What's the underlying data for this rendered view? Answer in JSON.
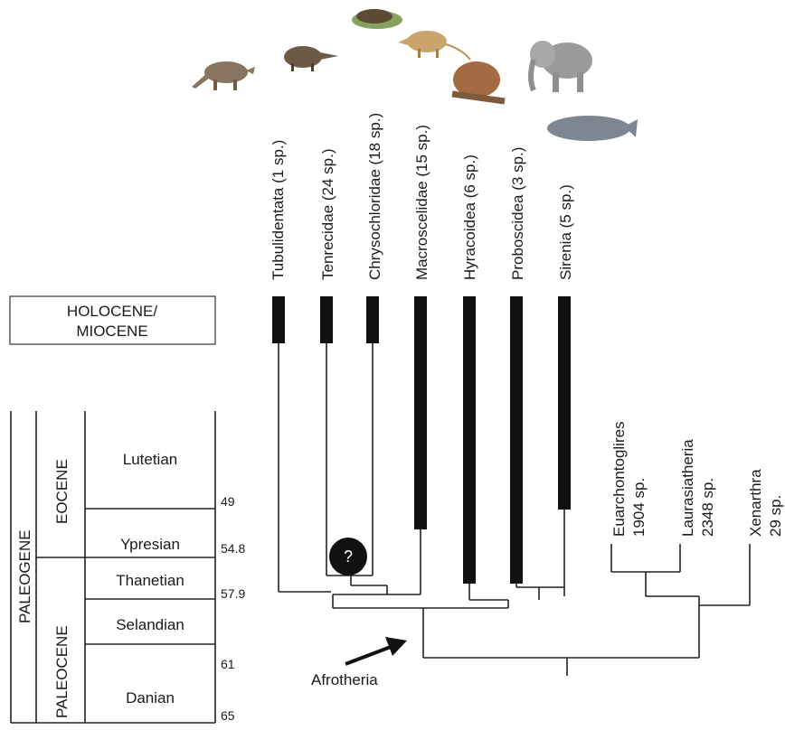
{
  "holocene_box": {
    "line1": "HOLOCENE/",
    "line2": "MIOCENE"
  },
  "timescale": {
    "period": "PALEOGENE",
    "epochs": [
      "EOCENE",
      "PALEOCENE"
    ],
    "stages": [
      "Lutetian",
      "Ypresian",
      "Thanetian",
      "Selandian",
      "Danian"
    ],
    "ages": [
      "49",
      "54.8",
      "57.9",
      "61",
      "65"
    ]
  },
  "taxa": [
    {
      "label": "Tubulidentata (1 sp.)",
      "animal": "aardvark"
    },
    {
      "label": "Tenrecidae (24 sp.)",
      "animal": "tenrec"
    },
    {
      "label": "Chrysochloridae (18 sp.)",
      "animal": "golden mole"
    },
    {
      "label": "Macroscelidae (15 sp.)",
      "animal": "elephant shrew"
    },
    {
      "label": "Hyracoidea (6 sp.)",
      "animal": "hyrax"
    },
    {
      "label": "Proboscidea (3 sp.)",
      "animal": "elephant"
    },
    {
      "label": "Sirenia (5 sp.)",
      "animal": "manatee"
    }
  ],
  "outgroups": [
    {
      "name": "Euarchontoglires",
      "count": "1904 sp."
    },
    {
      "name": "Laurasiatheria",
      "count": "2348 sp."
    },
    {
      "name": "Xenarthra",
      "count": "29 sp."
    }
  ],
  "question_mark": "?",
  "afrotheria_label": "Afrotheria"
}
